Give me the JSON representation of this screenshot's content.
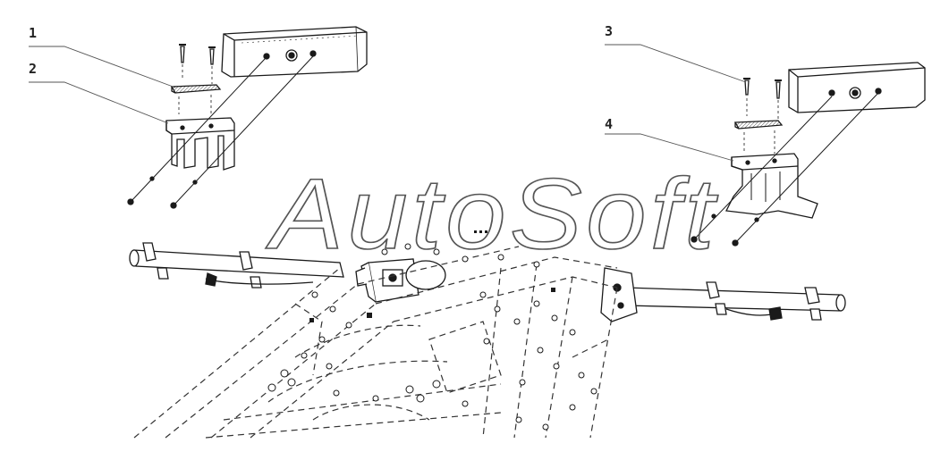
{
  "callouts": [
    {
      "label": "1"
    },
    {
      "label": "2"
    },
    {
      "label": "3"
    },
    {
      "label": "4"
    }
  ],
  "watermark": {
    "text": "AutoSoft"
  },
  "colors": {
    "line": "#1a1a1a",
    "dash": "#333333",
    "bg": "#ffffff",
    "watermark_stroke": "#555555"
  }
}
